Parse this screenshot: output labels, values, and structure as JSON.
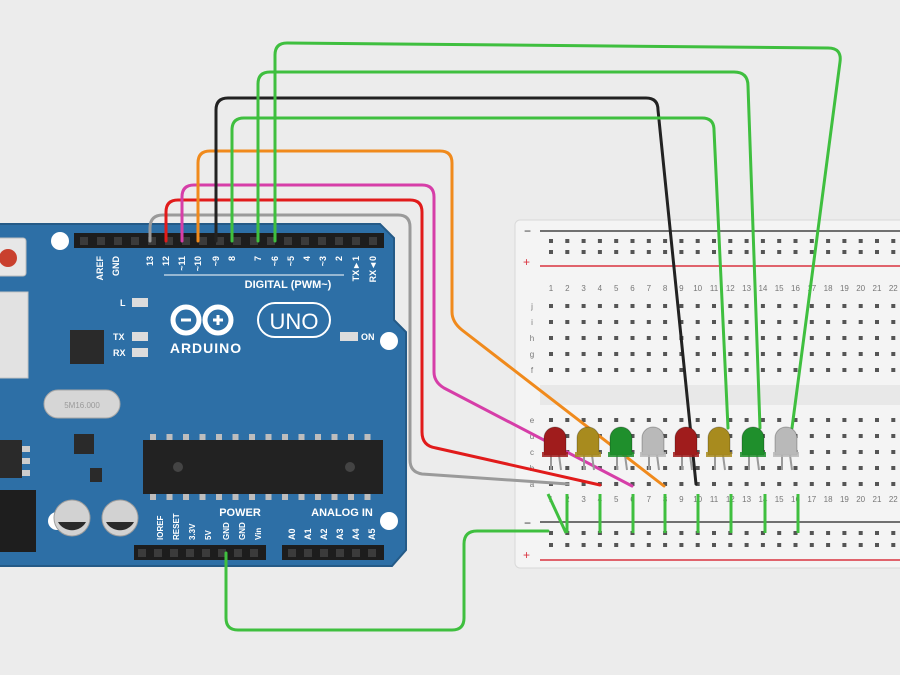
{
  "board": {
    "brand": "ARDUINO",
    "model": "UNO",
    "digital_header_label": "DIGITAL (PWM~)",
    "power_label": "POWER",
    "analog_label": "ANALOG IN",
    "on_label": "ON",
    "l_label": "L",
    "tx_label": "TX",
    "rx_label": "RX",
    "crystal_text": "5M16.000",
    "digital_pins": [
      "AREF",
      "GND",
      "13",
      "12",
      "~11",
      "~10",
      "~9",
      "8",
      "7",
      "~6",
      "~5",
      "4",
      "~3",
      "2",
      "TX►1",
      "RX◄0"
    ],
    "power_pins": [
      "IOREF",
      "RESET",
      "3.3V",
      "5V",
      "GND",
      "GND",
      "Vin"
    ],
    "analog_pins": [
      "A0",
      "A1",
      "A2",
      "A3",
      "A4",
      "A5"
    ]
  },
  "breadboard": {
    "rail_minus": "−",
    "rail_plus": "+",
    "row_letters_top": [
      "j",
      "i",
      "h",
      "g",
      "f"
    ],
    "row_letters_bottom": [
      "e",
      "d",
      "c",
      "b",
      "a"
    ],
    "column_numbers": [
      "1",
      "2",
      "3",
      "4",
      "5",
      "6",
      "7",
      "8",
      "9",
      "10",
      "11",
      "12",
      "13",
      "14",
      "15",
      "16",
      "17",
      "18",
      "19",
      "20",
      "21",
      "22"
    ]
  },
  "leds": [
    {
      "color": "red",
      "fill": "#a01c1c"
    },
    {
      "color": "yellow",
      "fill": "#a88b1e"
    },
    {
      "color": "green",
      "fill": "#1f8f2c"
    },
    {
      "color": "white",
      "fill": "#b9b9b9"
    },
    {
      "color": "red",
      "fill": "#a01c1c"
    },
    {
      "color": "yellow",
      "fill": "#a88b1e"
    },
    {
      "color": "green",
      "fill": "#1f8f2c"
    },
    {
      "color": "white",
      "fill": "#b9b9b9"
    }
  ],
  "wires": [
    {
      "from": "13",
      "color": "#9a9a9a"
    },
    {
      "from": "12",
      "color": "#e11b1b"
    },
    {
      "from": "~11",
      "color": "#d63ea8"
    },
    {
      "from": "~10",
      "color": "#f08a1c"
    },
    {
      "from": "~9",
      "color": "#222222"
    },
    {
      "from": "8",
      "color": "#3fbf3f"
    },
    {
      "from": "7",
      "color": "#3fbf3f"
    },
    {
      "from": "~6",
      "color": "#3fbf3f"
    },
    {
      "from": "GND",
      "color": "#3fbf3f"
    }
  ],
  "colors": {
    "board": "#2d6fa6",
    "board_edge": "#245a87",
    "breadboard": "#f4f4f4",
    "rail_red": "#d9333f",
    "rail_blue": "#333333"
  }
}
